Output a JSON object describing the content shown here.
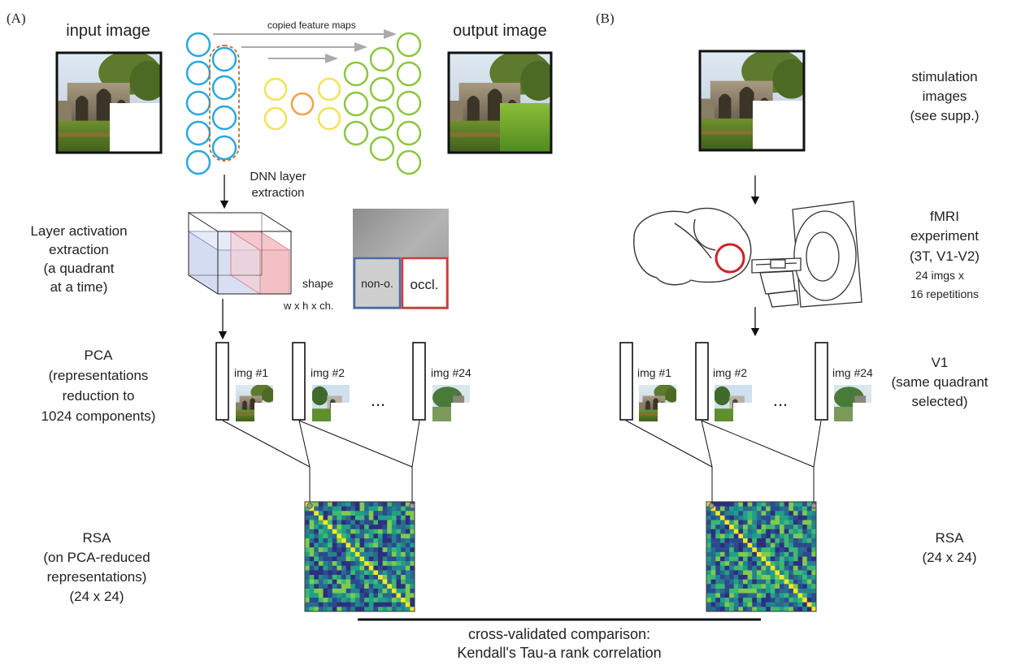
{
  "panel_a": {
    "label": "(A)",
    "input_title": "input image",
    "output_title": "output image",
    "copied_maps": "copied feature maps",
    "dnn_line1": "DNN layer",
    "dnn_line2": "extraction",
    "layer_act": [
      "Layer activation",
      "extraction",
      "(a quadrant",
      "at a time)"
    ],
    "shape_line1": "shape",
    "shape_line2": "w x h x ch.",
    "nono_label": "non-o.",
    "occl_label": "occl.",
    "pca": [
      "PCA",
      "(representations",
      "reduction to",
      "1024 components)"
    ],
    "imgs": [
      "img #1",
      "img #2",
      "img #24"
    ],
    "ellipsis": "...",
    "rsa": [
      "RSA",
      "(on PCA-reduced",
      "representations)",
      "(24 x 24)"
    ]
  },
  "panel_b": {
    "label": "(B)",
    "stim": [
      "stimulation",
      "images",
      "(see supp.)"
    ],
    "fmri": [
      "fMRI",
      "experiment",
      "(3T, V1-V2)"
    ],
    "fmri_small": [
      "24 imgs x",
      "16 repetitions"
    ],
    "v1": [
      "V1",
      "(same quadrant",
      "selected)"
    ],
    "imgs": [
      "img #1",
      "img #2",
      "img #24"
    ],
    "ellipsis": "...",
    "rsa": [
      "RSA",
      "(24 x 24)"
    ]
  },
  "bottom": {
    "line1": "cross-validated comparison:",
    "line2": "Kendall's Tau-a rank correlation"
  },
  "colors": {
    "encoder_blue": "#2aa7e0",
    "bottleneck_yellow": "#f2e35a",
    "center_orange": "#f0a24a",
    "decoder_green": "#8dc63f",
    "occlusion_red": "#d23b3b",
    "nonocc_blue": "#4a6ba8",
    "rsa_diag": "#f9e721"
  }
}
